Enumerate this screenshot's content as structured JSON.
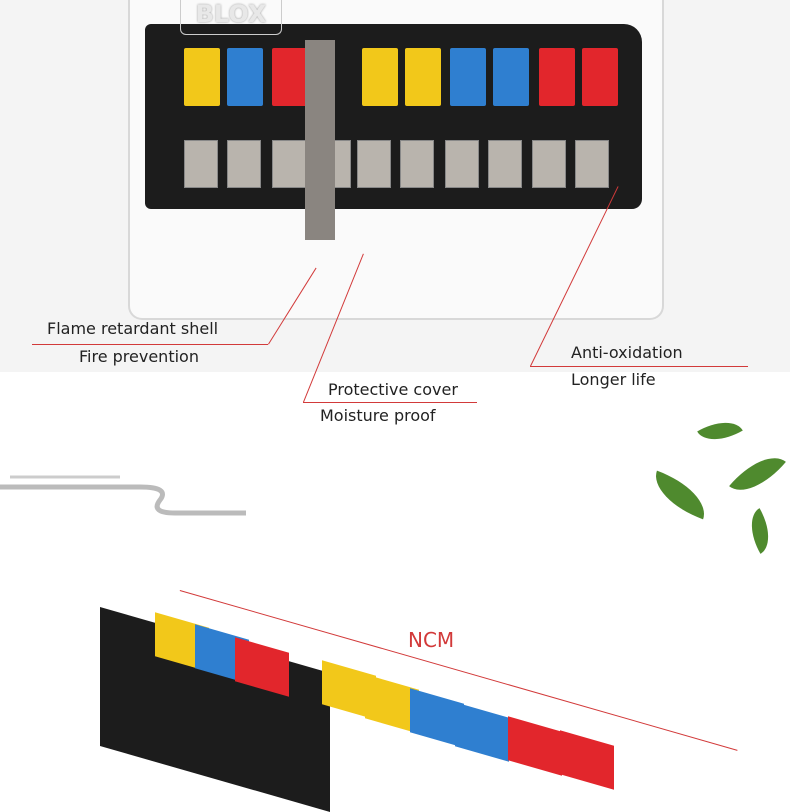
{
  "logo_text": "BLOX",
  "callouts": {
    "shell": {
      "title": "Flame retardant shell",
      "subtitle": "Fire prevention"
    },
    "cover": {
      "title": "Protective cover",
      "subtitle": "Moisture proof"
    },
    "terminal": {
      "title": "Anti-oxidation",
      "subtitle": "Longer life"
    }
  },
  "dimension_label": "NCM",
  "colors": {
    "accent": "#d23a3a",
    "fuse_yellow": "#f2c81a",
    "fuse_blue": "#2f7fd0",
    "fuse_red": "#e2262c"
  },
  "fuses_top": [
    "yellow",
    "blue",
    "red",
    "yellow",
    "yellow",
    "blue",
    "blue",
    "red",
    "red"
  ]
}
